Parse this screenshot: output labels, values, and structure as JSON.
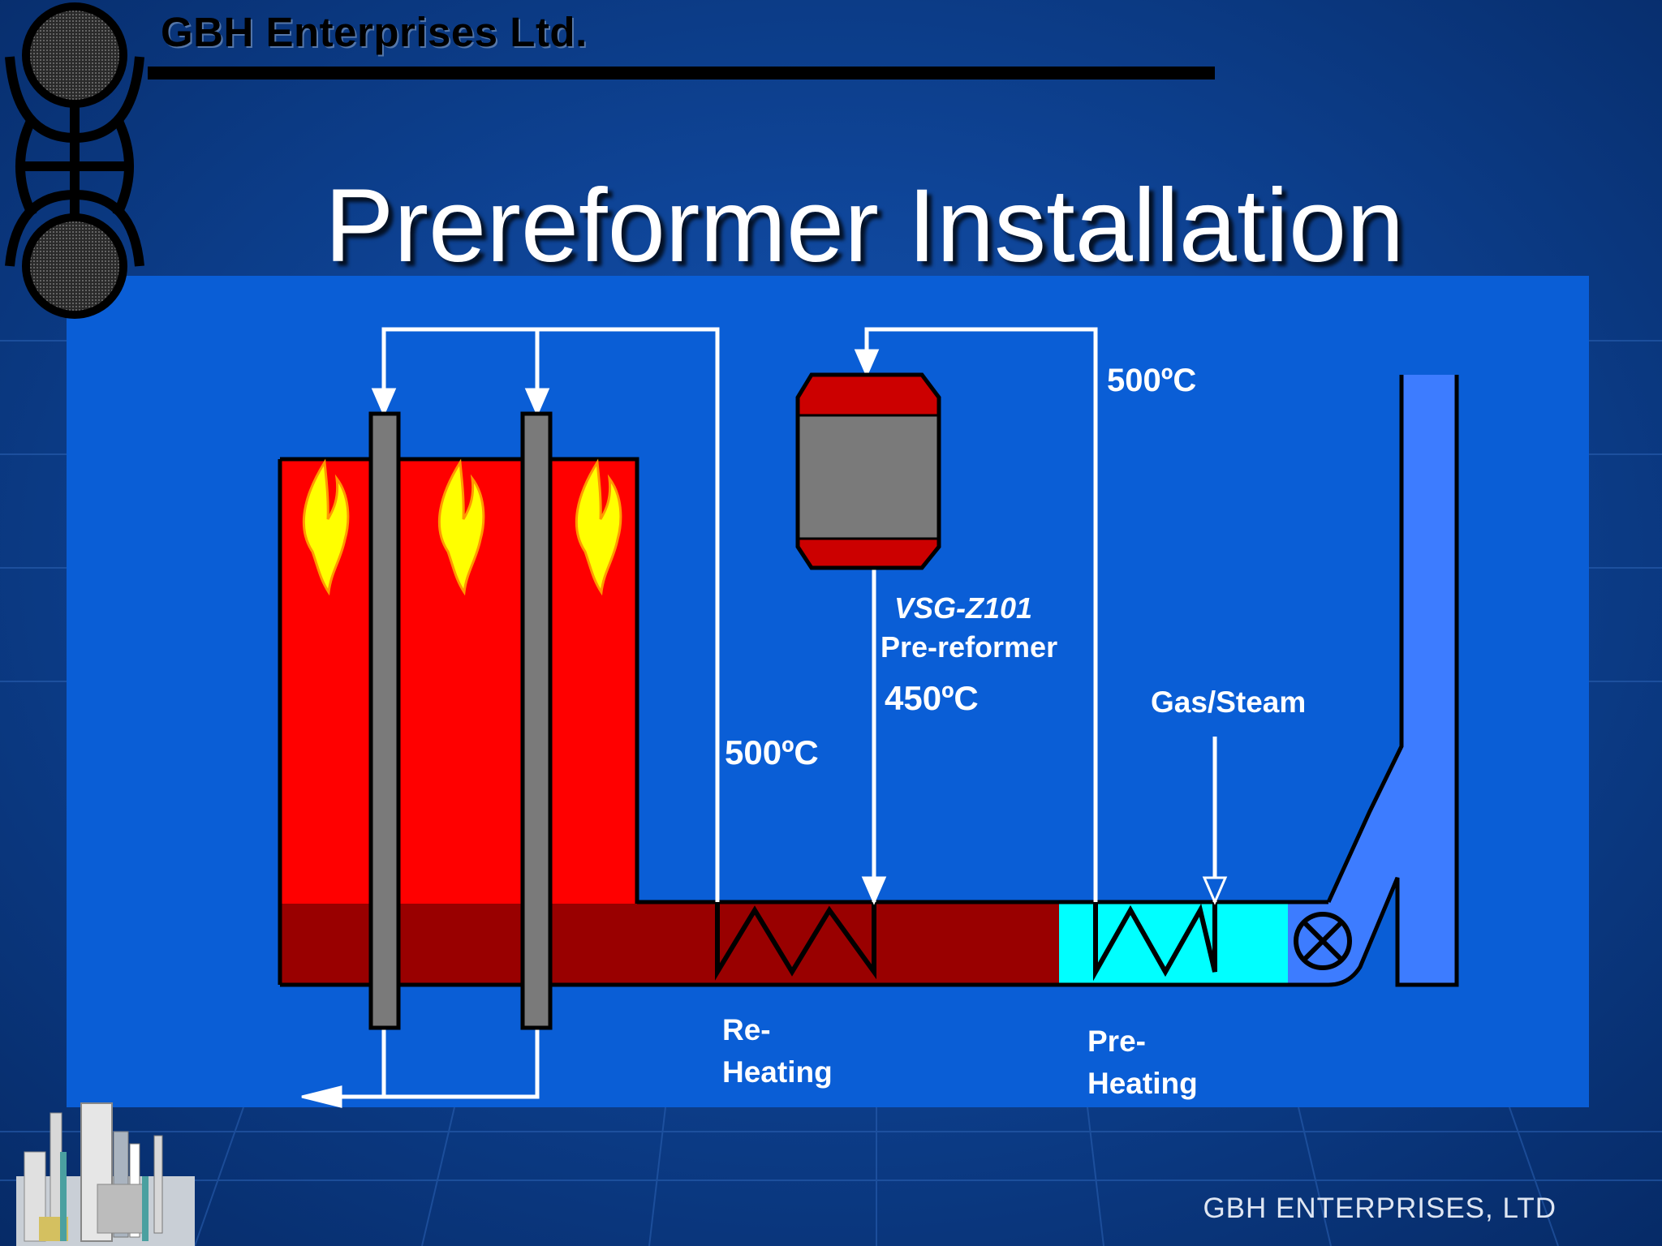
{
  "header": {
    "company": "GBH Enterprises Ltd.",
    "title": "Prereformer Installation"
  },
  "diagram": {
    "reformer_label": "VSG-Z101",
    "reformer_sublabel": "Pre-reformer",
    "temp_top": "500ºC",
    "temp_inlet": "450ºC",
    "temp_reheat": "500ºC",
    "feed_label": "Gas/Steam",
    "reheat_label_1": "Re-",
    "reheat_label_2": "Heating",
    "preheat_label_1": "Pre-",
    "preheat_label_2": "Heating"
  },
  "footer": {
    "text": "GBH ENTERPRISES, LTD"
  },
  "colors": {
    "background": "#0a3a80",
    "panel": "#0a5ed6",
    "furnace": "#ff0000",
    "duct": "#990000",
    "preheat_section": "#00ffff",
    "stack": "#3d7cff",
    "tube": "#7a7a7a"
  }
}
